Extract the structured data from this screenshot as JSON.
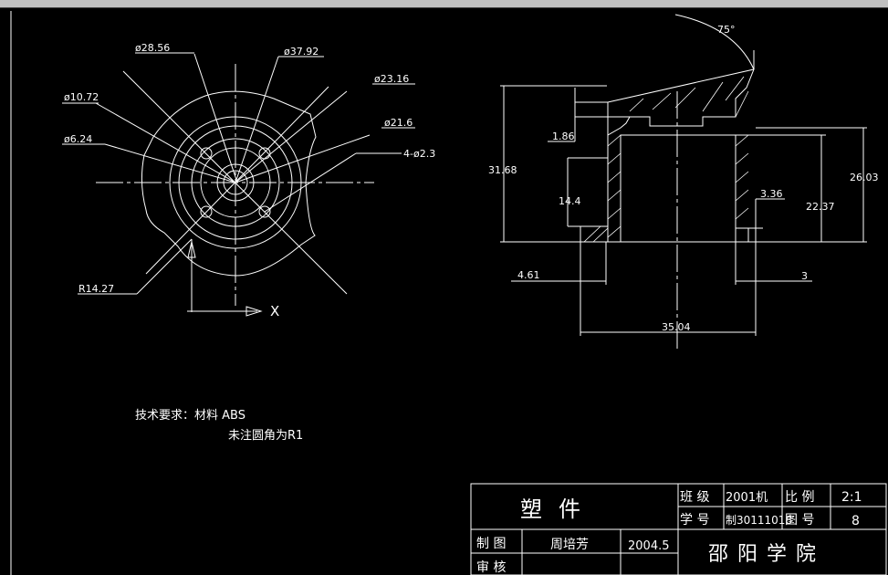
{
  "app": {
    "toolbar_icons": [
      "undo-icon",
      "redo-icon",
      "zoom-icon",
      "pan-icon",
      "layer-icon",
      "properties-icon",
      "match-icon",
      "save-icon",
      "print-icon",
      "cut-icon",
      "copy-icon",
      "paste-icon",
      "grid-icon",
      "snap-icon",
      "ortho-icon",
      "help-icon"
    ]
  },
  "colors": {
    "background": "#000000",
    "lines": "#ffffff",
    "toolbar": "#c0c0c0"
  },
  "front_view": {
    "dims": {
      "d28_56": "ø28.56",
      "d37_92": "ø37.92",
      "d23_16": "ø23.16",
      "d10_72": "ø10.72",
      "d21_6": "ø21.6",
      "d6_24": "ø6.24",
      "holes": "4-ø2.3",
      "r14_27": "R14.27"
    },
    "axis_x": "X"
  },
  "section_view": {
    "dims": {
      "angle": "75°",
      "h31_68": "31.68",
      "h1_86": "1.86",
      "h14_4": "14.4",
      "h26_03": "26.03",
      "h22_37": "22.37",
      "w3_36": "3.36",
      "w4_61": "4.61",
      "w3": "3",
      "w35_04": "35.04"
    }
  },
  "notes": {
    "line1": "技术要求：材料  ABS",
    "line2": "未注圆角为R1"
  },
  "title_block": {
    "part_name": "塑件",
    "class_label": "班 级",
    "class_value": "2001机",
    "scale_label": "比 例",
    "scale_value": "2:1",
    "student_no_label": "学 号",
    "student_no_value": "制30111018",
    "drawing_no_label": "图 号",
    "drawing_no_value": "8",
    "drawn_label": "制 图",
    "drawn_by": "周培芳",
    "date": "2004.5",
    "review_label": "审 核",
    "school": "邵阳学院"
  }
}
